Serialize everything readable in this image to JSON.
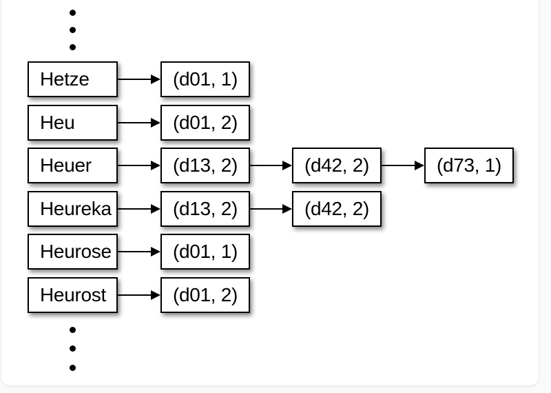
{
  "diagram": {
    "type": "inverted-index",
    "ellipsis_top_dots": 3,
    "ellipsis_bottom_dots": 3,
    "rows": [
      {
        "term": "Hetze",
        "postings": [
          "(d01, 1)"
        ]
      },
      {
        "term": "Heu",
        "postings": [
          "(d01, 2)"
        ]
      },
      {
        "term": "Heuer",
        "postings": [
          "(d13, 2)",
          "(d42, 2)",
          "(d73, 1)"
        ]
      },
      {
        "term": "Heureka",
        "postings": [
          "(d13, 2)",
          "(d42, 2)"
        ]
      },
      {
        "term": "Heurose",
        "postings": [
          "(d01, 1)"
        ]
      },
      {
        "term": "Heurost",
        "postings": [
          "(d01, 2)"
        ]
      }
    ],
    "colors": {
      "background": "#fafafa",
      "panel": "#ffffff",
      "box_fill": "#ffffff",
      "box_border": "#000000",
      "text": "#000000",
      "arrow": "#000000"
    }
  }
}
